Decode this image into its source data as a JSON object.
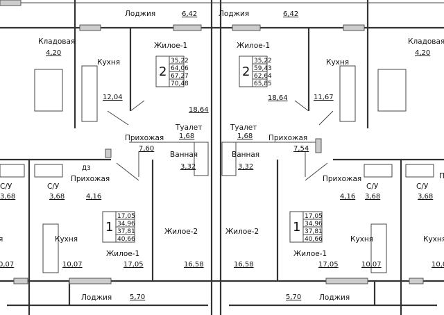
{
  "rooms": {
    "loggia_top_left": {
      "name": "Лоджия",
      "area": "6,42"
    },
    "loggia_top_right": {
      "name": "Лоджия",
      "area": "6,42"
    },
    "storage_left": {
      "name": "Кладовая",
      "area": "4,20"
    },
    "storage_right": {
      "name": "Кладовая",
      "area": "4,20"
    },
    "kitchen_top_left": {
      "name": "Кухня",
      "area": "12,04"
    },
    "kitchen_top_right": {
      "name": "Кухня",
      "area": "11,67"
    },
    "living1_top_left": {
      "name": "Жилое-1",
      "area": "18,64"
    },
    "living1_top_right": {
      "name": "Жилое-1",
      "area": "18,64"
    },
    "toilet_left": {
      "name": "Туалет",
      "area": "1,68"
    },
    "toilet_right": {
      "name": "Туалет",
      "area": "1,68"
    },
    "bath_left": {
      "name": "Ванная",
      "area": "3,32"
    },
    "bath_right": {
      "name": "Ванная",
      "area": "3,32"
    },
    "hall_top_left": {
      "name": "Прихожая",
      "area": "7,60"
    },
    "hall_top_right": {
      "name": "Прихожая",
      "area": "7,54"
    },
    "living2_left": {
      "name": "Жилое-2",
      "area": "16,58"
    },
    "living2_right": {
      "name": "Жилое-2",
      "area": "16,58"
    },
    "living1_bottom_left": {
      "name": "Жилое-1",
      "area": "17,05"
    },
    "living1_bottom_right": {
      "name": "Жилое-1",
      "area": "17,05"
    },
    "hall_bottom_left": {
      "name": "Прихожая",
      "area": "4,16"
    },
    "hall_bottom_right": {
      "name": "Прихожая",
      "area": "4,16"
    },
    "wc_1": {
      "name": "С/У",
      "area": "3,68"
    },
    "wc_2": {
      "name": "С/У",
      "area": "3,68"
    },
    "wc_3": {
      "name": "С/У",
      "area": "3,68"
    },
    "wc_4": {
      "name": "С/У",
      "area": "3,68"
    },
    "kitchen_bottom_left": {
      "name": "Кухня",
      "area": "10,07"
    },
    "kitchen_bottom_right": {
      "name": "Кухня",
      "area": "10,07"
    },
    "kitchen_edge_left": {
      "name": "я",
      "area": "0,07"
    },
    "kitchen_edge_right": {
      "name": "Кухня",
      "area": "10,0"
    },
    "hall_edge_right": {
      "name": "П"
    },
    "loggia_bottom_left": {
      "name": "Лоджия",
      "area": "5,70"
    },
    "loggia_bottom_right": {
      "name": "Лоджия",
      "area": "5,70"
    }
  },
  "door_mark": "Д3",
  "apartments": [
    {
      "rooms": "2",
      "areas": [
        "35,22",
        "64,06",
        "67,27",
        "70,48"
      ]
    },
    {
      "rooms": "2",
      "areas": [
        "35,22",
        "59,43",
        "62,64",
        "65,85"
      ]
    },
    {
      "rooms": "1",
      "areas": [
        "17,05",
        "34,96",
        "37,81",
        "40,66"
      ]
    },
    {
      "rooms": "1",
      "areas": [
        "17,05",
        "34,96",
        "37,81",
        "40,66"
      ]
    }
  ]
}
